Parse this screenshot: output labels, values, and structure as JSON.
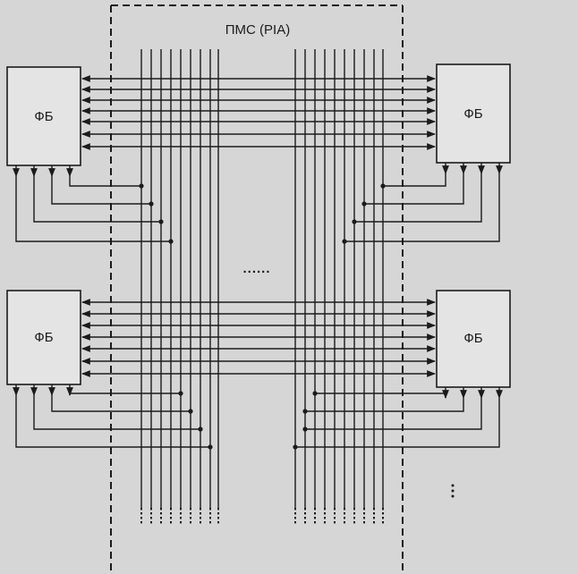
{
  "matrix": {
    "label": "ПМС (PIA)"
  },
  "blocks": [
    {
      "label": "ФБ"
    },
    {
      "label": "ФБ"
    },
    {
      "label": "ФБ"
    },
    {
      "label": "ФБ"
    }
  ],
  "ellipsis_center": "......",
  "colors": {
    "ink": "#1b1b1b",
    "paper": "#d6d6d6",
    "block_fill": "#e4e4e4"
  }
}
